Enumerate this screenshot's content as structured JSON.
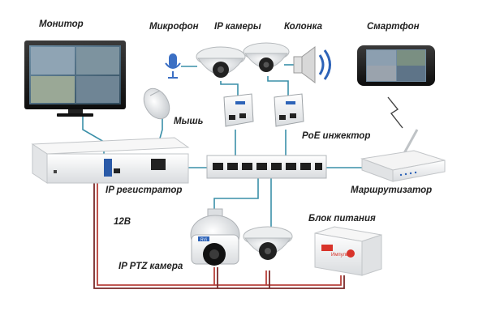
{
  "labels": {
    "monitor": "Монитор",
    "microphone": "Микрофон",
    "ip_cameras": "IP камеры",
    "speaker": "Колонка",
    "smartphone": "Смартфон",
    "mouse": "Мышь",
    "poe_injector": "PoE инжектор",
    "ip_recorder": "IP регистратор",
    "router": "Маршрутизатор",
    "voltage": "12В",
    "power_supply": "Блок питания",
    "ptz_camera": "IP PTZ камера"
  },
  "device_marks": {
    "psu_brand": "Импульс",
    "ptz_brand": "RVi"
  },
  "colors": {
    "network_cable": "#3a8fa8",
    "power_cable_red": "#b8413b",
    "power_cable_dark": "#7a2a2a",
    "device_white": "#f2f2f2",
    "accent_red": "#d8332a"
  }
}
